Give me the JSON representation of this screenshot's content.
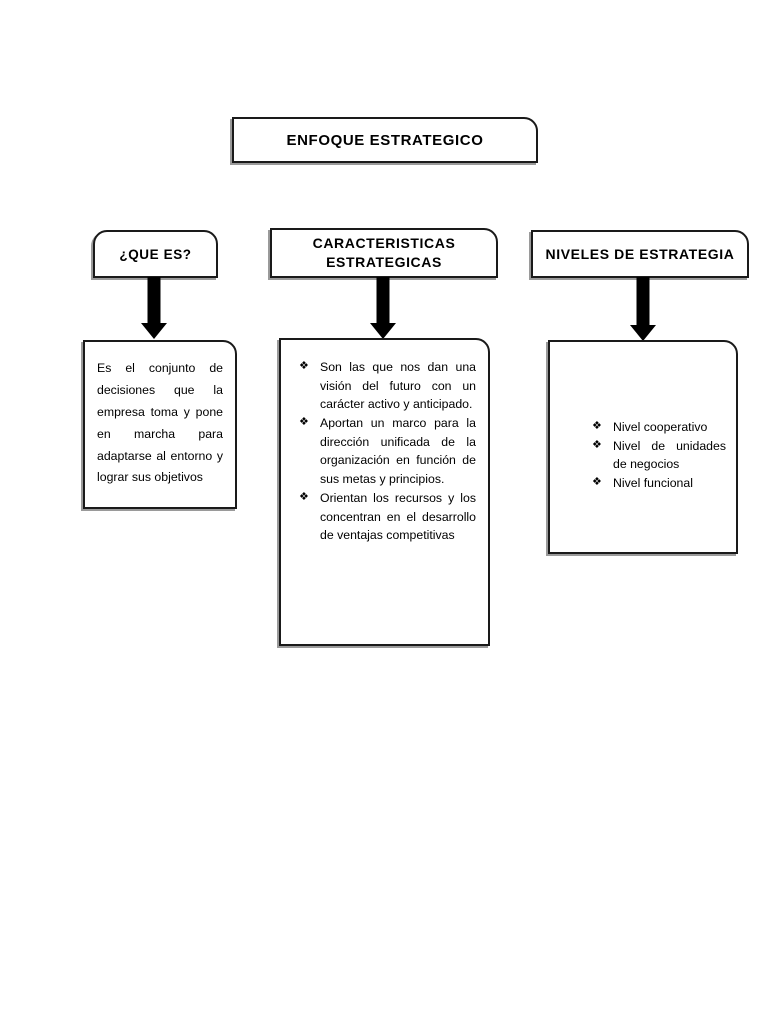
{
  "document": {
    "title": "ENFOQUE ESTRATEGICO"
  },
  "bullet_glyph": "❖",
  "colors": {
    "background": "#ffffff",
    "box_border": "#1a1a1a",
    "box_shadow": "#9a9a9a",
    "arrow": "#000000",
    "text": "#000000"
  },
  "nodes": {
    "title": {
      "label": "ENFOQUE ESTRATEGICO"
    },
    "que_es": {
      "label": "¿QUE ES?",
      "body_text": "Es el conjunto de decisiones que la empresa toma y pone en marcha para adaptarse al entorno y lograr sus objetivos"
    },
    "caracteristicas": {
      "label_line1": "CARACTERISTICAS",
      "label_line2": "ESTRATEGICAS",
      "bullets": [
        "Son las que nos dan una visión del futuro con un carácter activo y anticipado.",
        "Aportan un marco para la dirección unificada de la organización en función de sus metas y principios.",
        "Orientan los recursos y los concentran en el desarrollo de ventajas competitivas"
      ]
    },
    "niveles": {
      "label": "NIVELES DE ESTRATEGIA",
      "bullets": [
        "Nivel cooperativo",
        "Nivel de unidades de negocios",
        "Nivel funcional"
      ]
    }
  },
  "connectors": [
    {
      "name": "arrow-que-es",
      "direction": "down"
    },
    {
      "name": "arrow-caracteristicas",
      "direction": "down"
    },
    {
      "name": "arrow-niveles",
      "direction": "down"
    }
  ]
}
